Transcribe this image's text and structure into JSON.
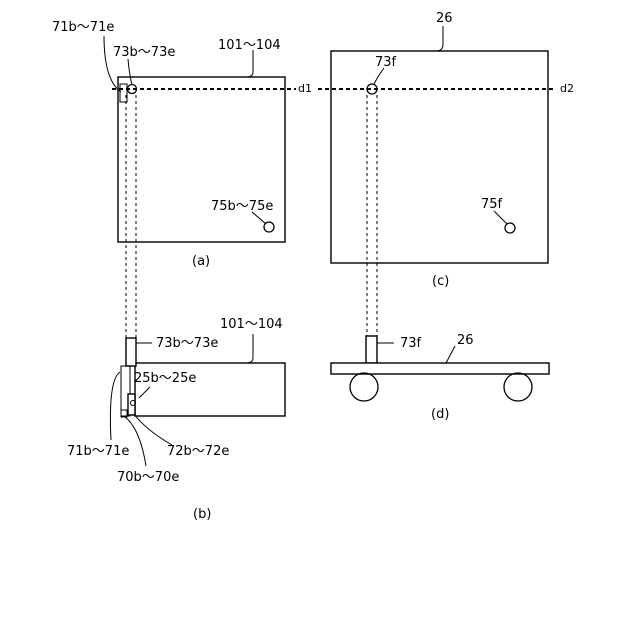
{
  "labels": {
    "a_71": "71b～71e",
    "a_73": "73b～73e",
    "a_101": "101～104",
    "a_d1": "d1",
    "a_75": "75b～75e",
    "a_cap": "(a)",
    "c_26": "26",
    "c_73f": "73f",
    "c_d2": "d2",
    "c_75f": "75f",
    "c_cap": "(c)",
    "b_73": "73b～73e",
    "b_101": "101～104",
    "b_25": "25b～25e",
    "b_71": "71b～71e",
    "b_72": "72b～72e",
    "b_70": "70b～70e",
    "b_cap": "(b)",
    "d_73f": "73f",
    "d_26": "26",
    "d_cap": "(d)"
  }
}
